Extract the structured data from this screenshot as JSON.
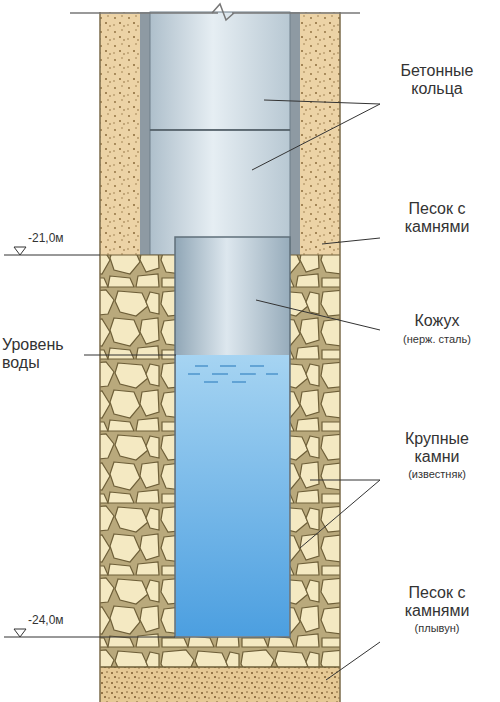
{
  "diagram": {
    "labels": [
      "Бетонные кольца",
      "-21,0м",
      "Песок с камнями",
      "Кожух",
      "(нерж. сталь)",
      "Уровень воды",
      "Крупные камни",
      "(известняк)",
      "-24,0м",
      "Песок с камнями",
      "(плывун)"
    ]
  }
}
